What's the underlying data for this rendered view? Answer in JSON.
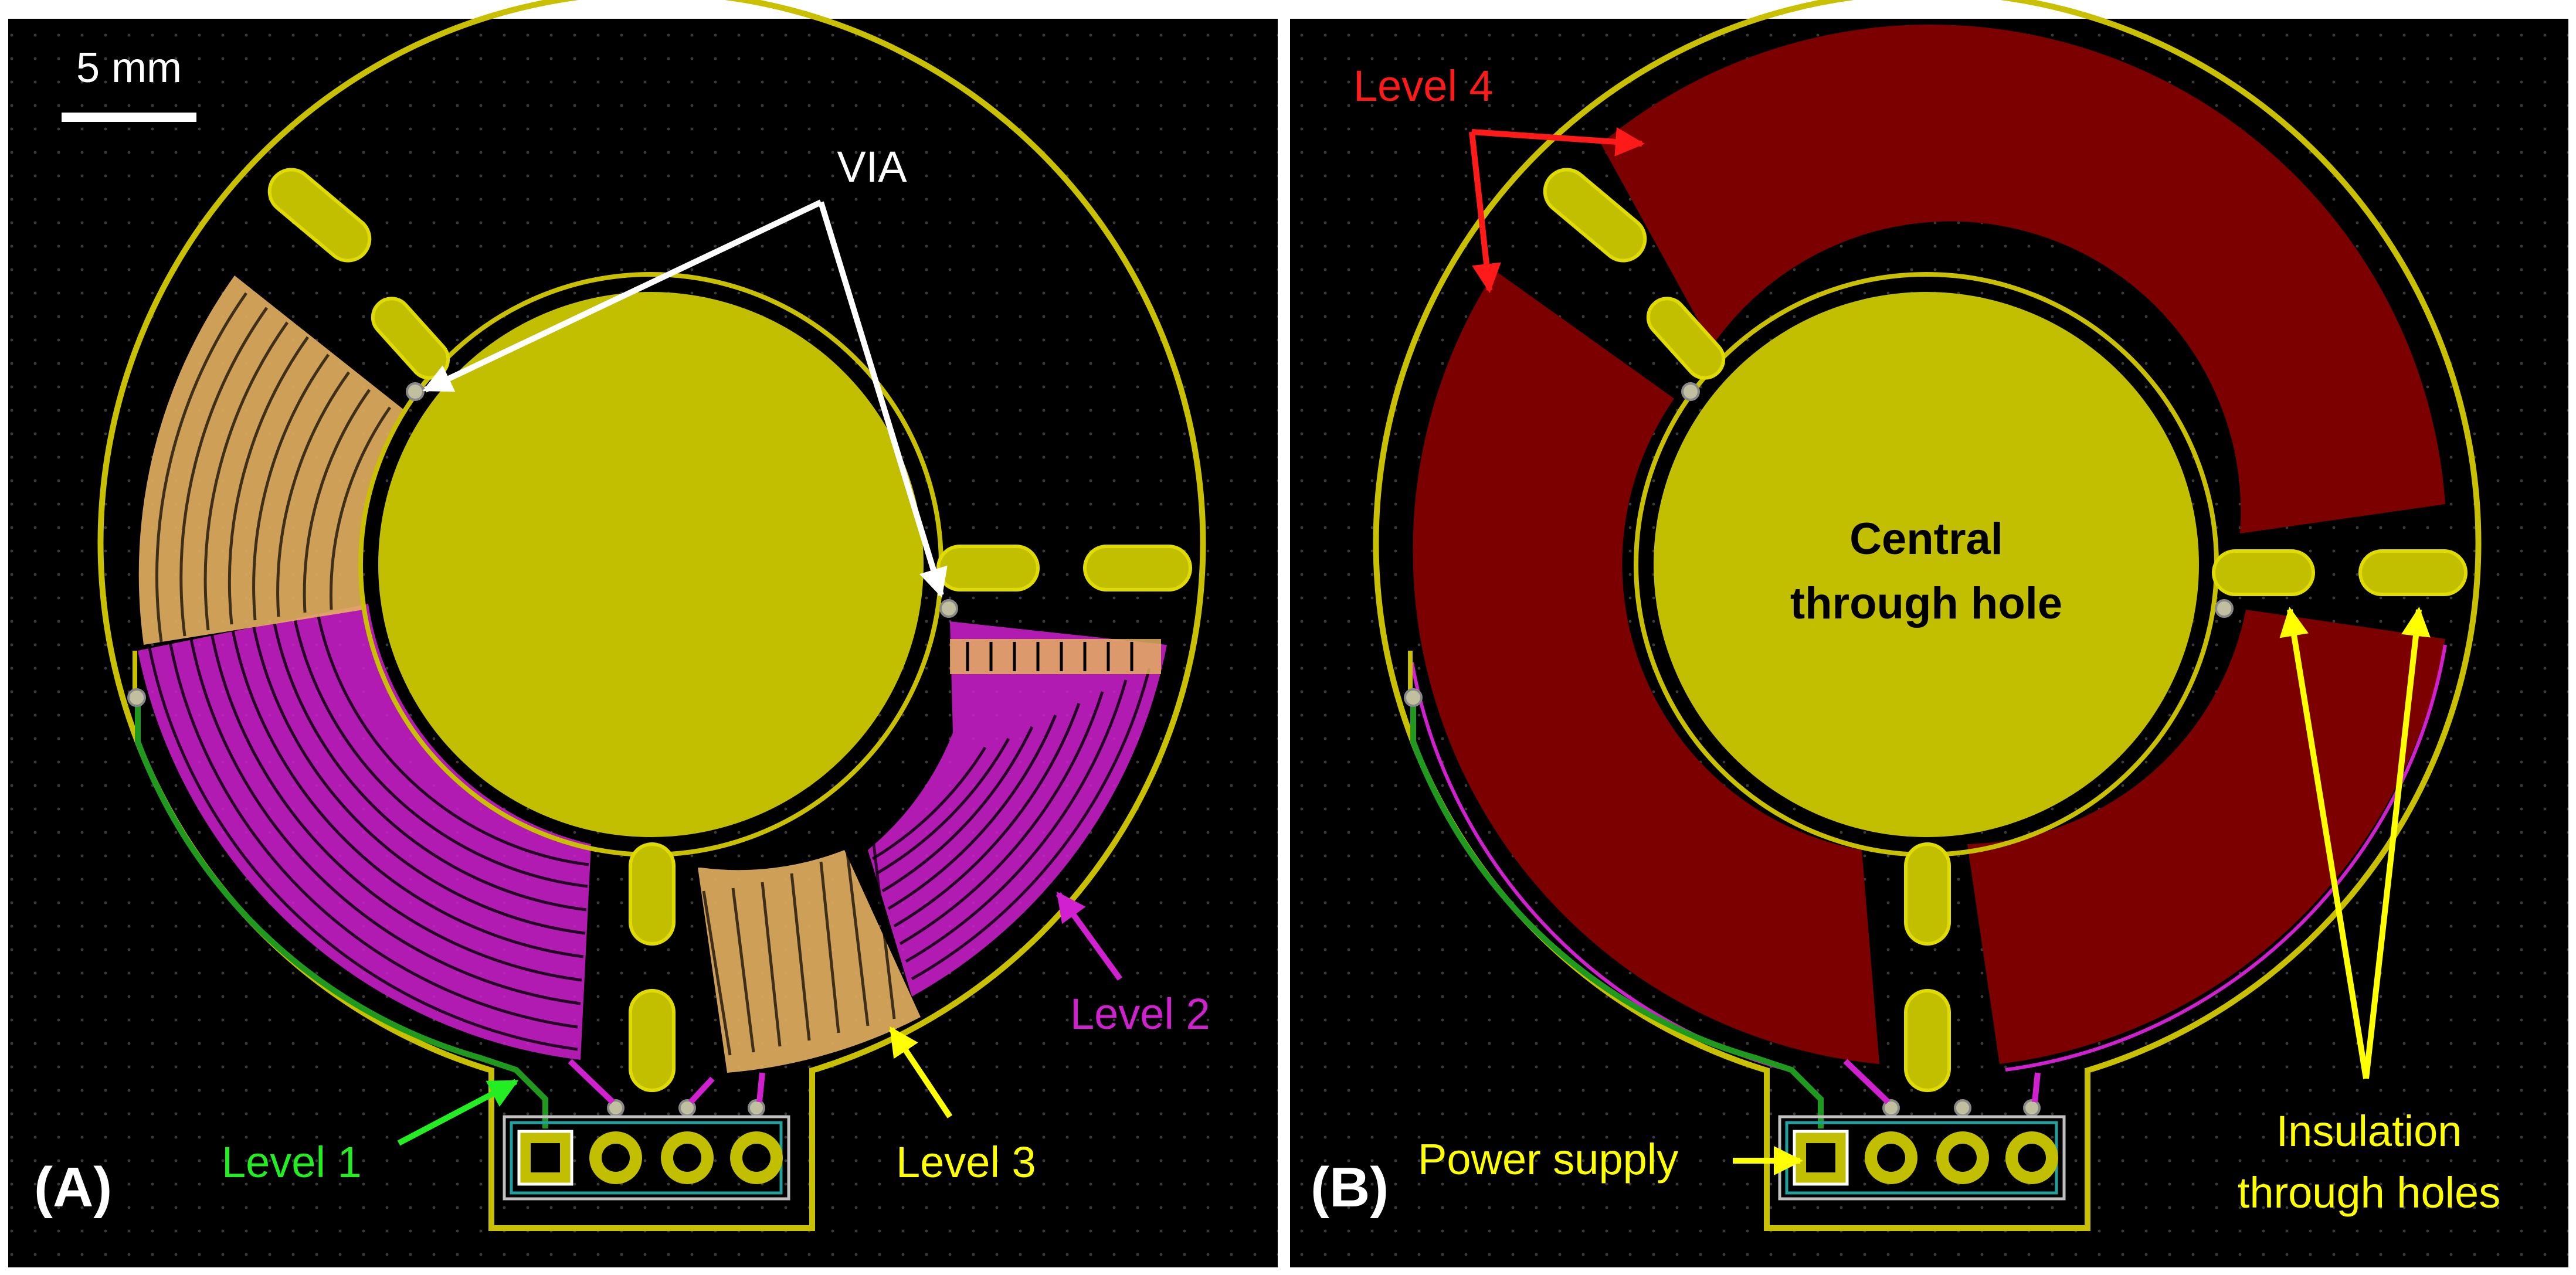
{
  "panels": {
    "a": {
      "tag": "(A)",
      "scale_bar": "5 mm",
      "via": "VIA",
      "level1": "Level 1",
      "level2": "Level 2",
      "level3": "Level 3"
    },
    "b": {
      "tag": "(B)",
      "level4": "Level 4",
      "central_line1": "Central",
      "central_line2": "through hole",
      "power_supply": "Power supply",
      "insulation_line1": "Insulation",
      "insulation_line2": "through holes"
    }
  },
  "colors": {
    "background": "#000000",
    "board_outline": "#c8c000",
    "copper": "#c2be00",
    "level1": "#1f9a1f",
    "level2": "#d020d0",
    "level3": "#e4b060",
    "level4": "#7d0000",
    "annot_white": "#ffffff",
    "annot_red": "#ff1a1a",
    "annot_magenta": "#d020d0",
    "annot_yellow": "#ffff00",
    "annot_green": "#22ee22"
  }
}
